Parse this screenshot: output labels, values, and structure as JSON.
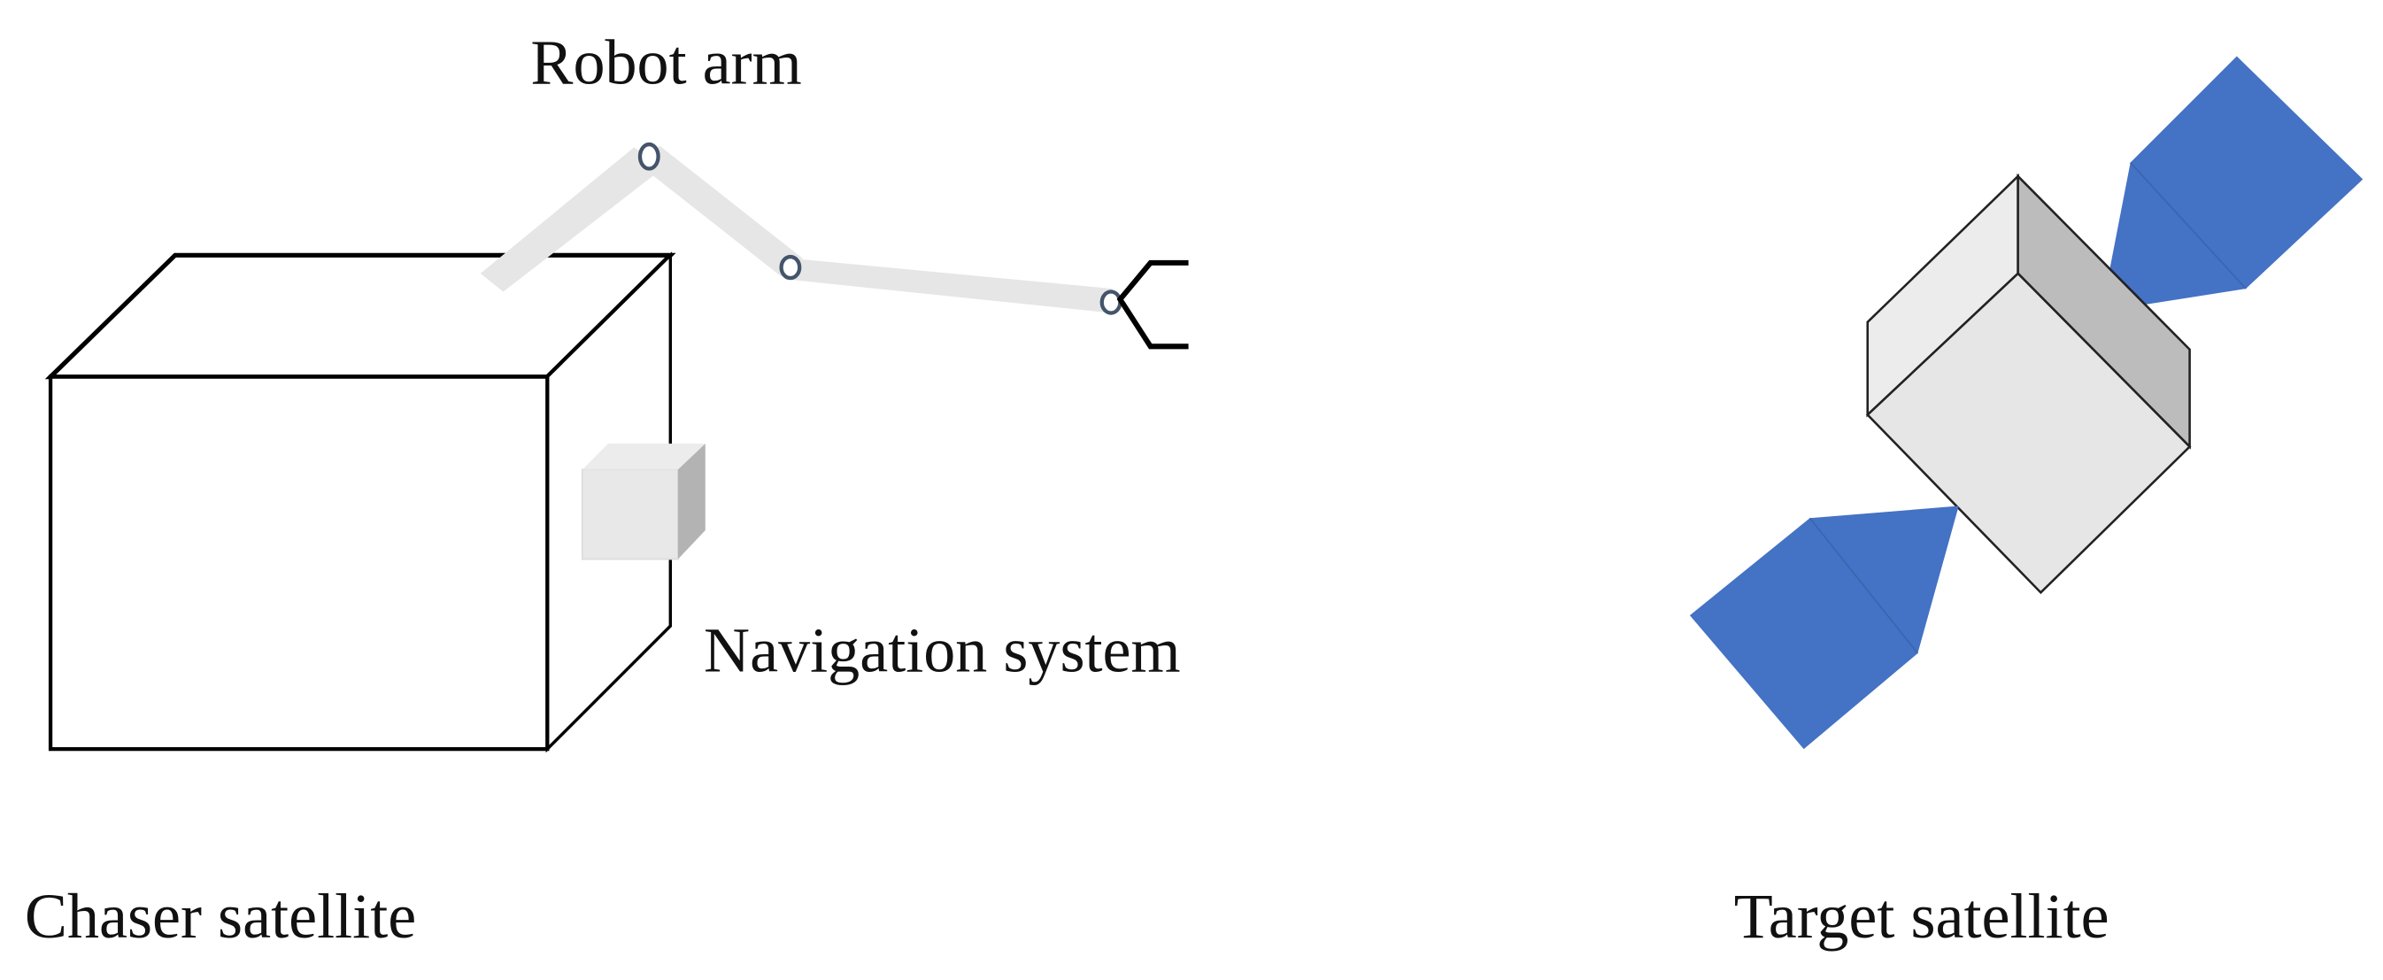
{
  "labels": {
    "robot_arm": "Robot arm",
    "navigation_system": "Navigation system",
    "chaser_satellite": "Chaser satellite",
    "target_satellite": "Target satellite"
  },
  "colors": {
    "solar_panel": "#4472c4",
    "arm_link": "#e6e6e6",
    "joint": "#44546a",
    "cube_light": "#e8e8e8",
    "cube_top": "#ececec",
    "cube_dark": "#bcbcbc",
    "outline": "#000000"
  }
}
